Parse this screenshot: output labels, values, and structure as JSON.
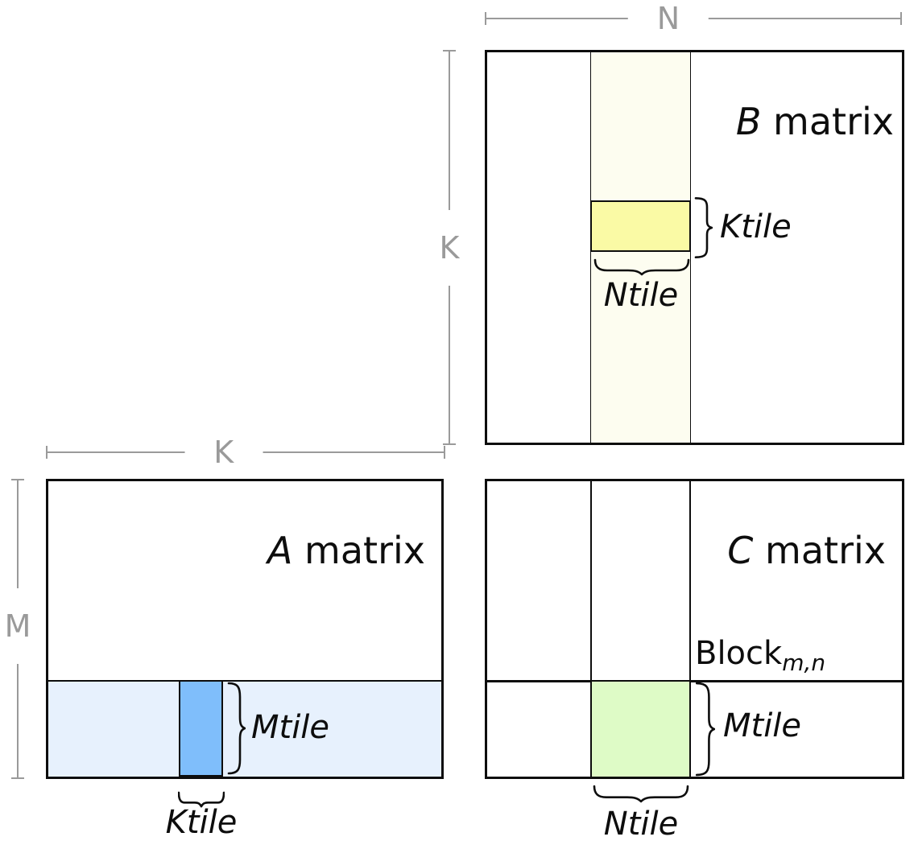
{
  "colors": {
    "border": "#0d0d0d",
    "dim_line": "#9a9a9a",
    "b_column_fill": "#FDFDF0",
    "b_tile_fill": "#FAFAA5",
    "a_strip_fill": "#E7F1FD",
    "a_tile_fill": "#7FBEFB",
    "c_tile_fill": "#DEFBC6"
  },
  "dimension_labels": {
    "b_top": "N",
    "b_left": "K",
    "a_top": "K",
    "a_left": "M"
  },
  "matrix_b": {
    "title_letter": "B",
    "title_rest": " matrix",
    "ktile": "Ktile",
    "ntile": "Ntile"
  },
  "matrix_a": {
    "title_letter": "A",
    "title_rest": " matrix",
    "mtile": "Mtile",
    "ktile": "Ktile"
  },
  "matrix_c": {
    "title_letter": "C",
    "title_rest": " matrix",
    "block_base": "Block",
    "block_sub": "m,n",
    "mtile": "Mtile",
    "ntile": "Ntile"
  }
}
